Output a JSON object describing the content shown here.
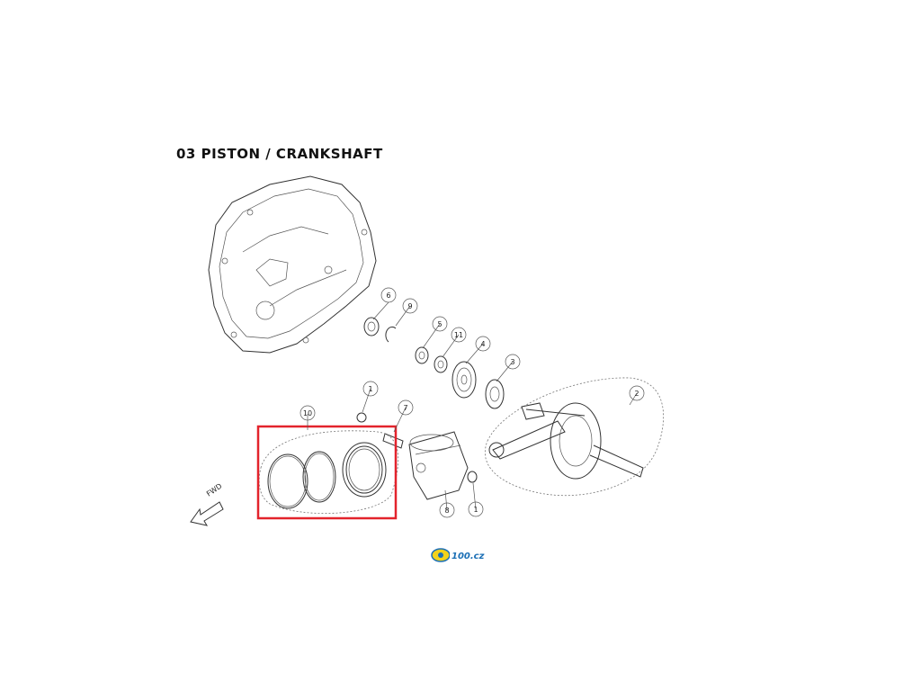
{
  "title": "03 PISTON / CRANKSHAFT",
  "direction_label": "FWD",
  "highlight_color": "#e3232c",
  "callouts": [
    {
      "id": "6",
      "label": "6"
    },
    {
      "id": "9",
      "label": "9"
    },
    {
      "id": "5",
      "label": "5"
    },
    {
      "id": "11",
      "label": "11"
    },
    {
      "id": "4",
      "label": "4"
    },
    {
      "id": "3",
      "label": "3"
    },
    {
      "id": "2",
      "label": "2"
    },
    {
      "id": "1a",
      "label": "1"
    },
    {
      "id": "7",
      "label": "7"
    },
    {
      "id": "10",
      "label": "10"
    },
    {
      "id": "8",
      "label": "8"
    },
    {
      "id": "1b",
      "label": "1"
    }
  ],
  "logo_text": "100.cz"
}
